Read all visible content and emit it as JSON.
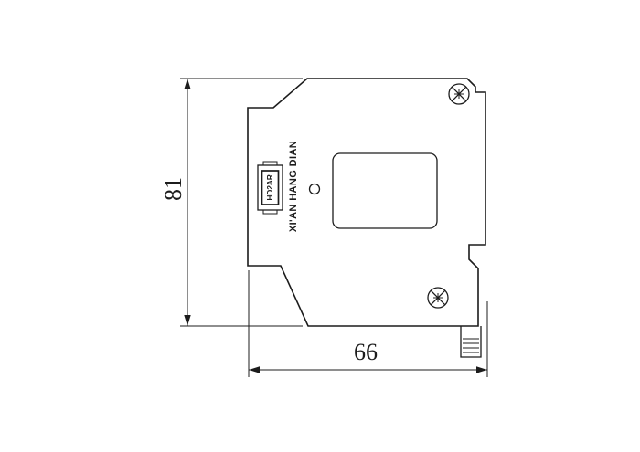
{
  "page": {
    "background_color": "#ffffff",
    "line_color": "#1c1c1c"
  },
  "drawing": {
    "kind": "engineering-side-view-din-rail-device",
    "dimensions": {
      "height_mm": "81",
      "width_mm": "66"
    },
    "device": {
      "brand_label": "XI'AN HANG DIAN",
      "model_label": "HD2AR"
    },
    "icons": {
      "top_screw": "phillips-screw-icon",
      "bottom_screw": "phillips-screw-icon"
    }
  }
}
